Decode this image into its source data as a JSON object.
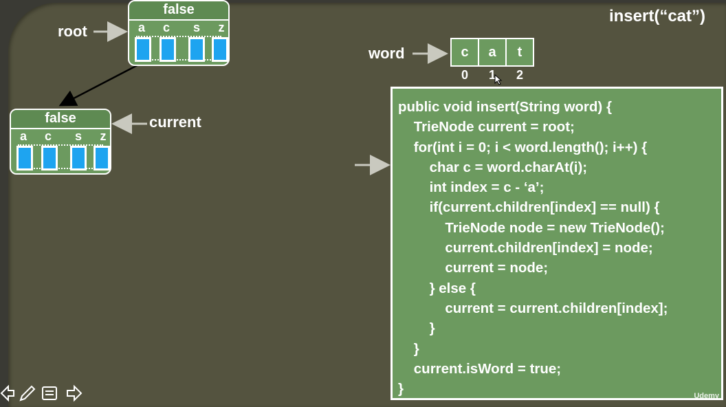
{
  "slide": {
    "title": "insert(“cat”)"
  },
  "labels": {
    "root": "root",
    "current": "current",
    "word": "word"
  },
  "nodes": {
    "root": {
      "flag": "false",
      "letters": [
        "a",
        "c",
        "s",
        "z"
      ]
    },
    "current": {
      "flag": "false",
      "letters": [
        "a",
        "c",
        "s",
        "z"
      ]
    }
  },
  "word": {
    "chars": [
      "c",
      "a",
      "t"
    ],
    "indices": [
      "0",
      "1",
      "2"
    ]
  },
  "code": {
    "lines": [
      "public void insert(String word) {",
      "    TrieNode current = root;",
      "    for(int i = 0; i < word.length(); i++) {",
      "        char c = word.charAt(i);",
      "        int index = c - ‘a’;",
      "        if(current.children[index] == null) {",
      "            TrieNode node = new TrieNode();",
      "            current.children[index] = node;",
      "            current = node;",
      "        } else {",
      "            current = current.children[index];",
      "        }",
      "    }",
      "    current.isWord = true;",
      "}"
    ]
  },
  "branding": {
    "logo": "Udemy"
  },
  "player_controls": {
    "prev_icon": "arrow-left-icon",
    "pen_icon": "pen-icon",
    "notes_icon": "notes-icon",
    "next_icon": "arrow-right-icon"
  },
  "colors": {
    "slide_bg": "#54533f",
    "node_green": "#6c9a5f",
    "slot_blue": "#1ea4f0",
    "border": "#ffffff"
  }
}
